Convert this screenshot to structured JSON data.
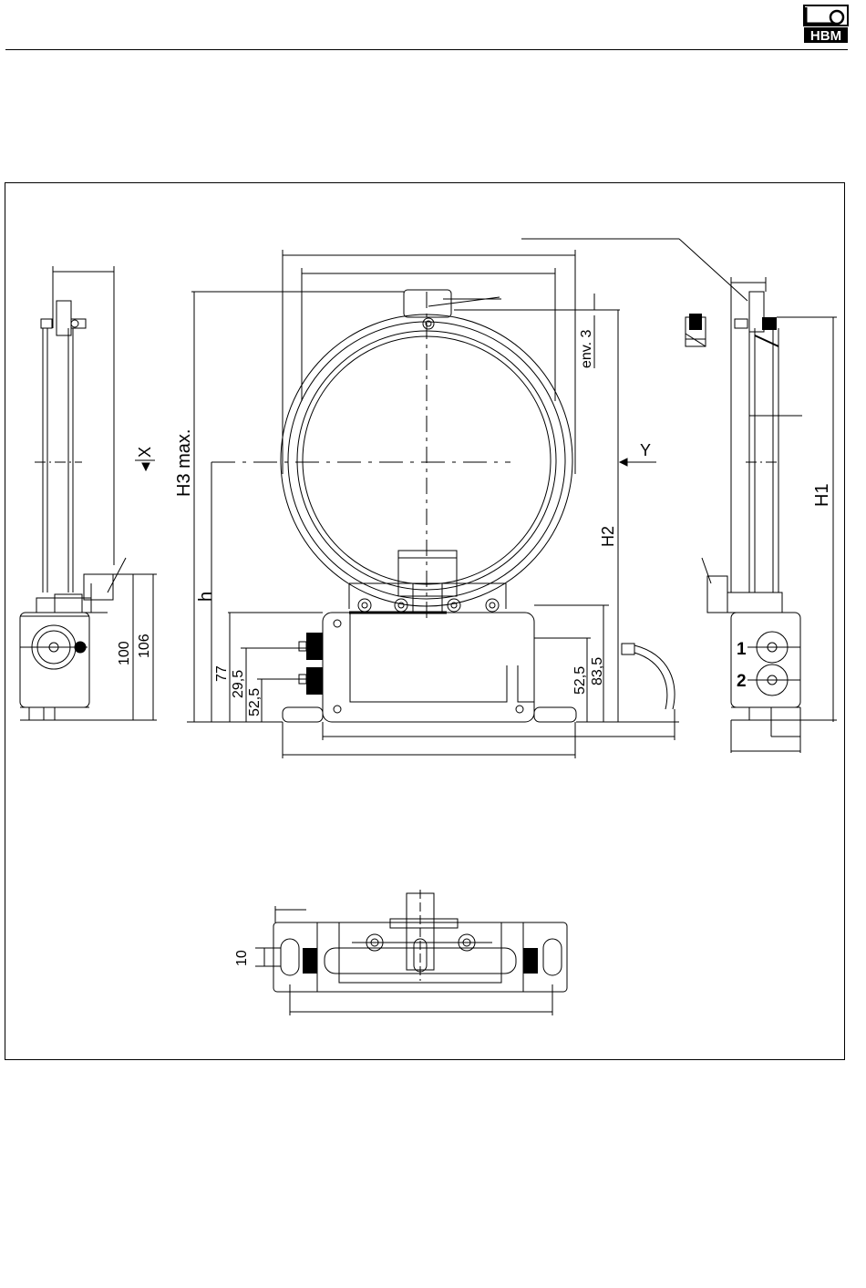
{
  "brand": {
    "name": "HBM"
  },
  "dimensions": {
    "d100": "100",
    "d106": "106",
    "d77": "77",
    "d29_5": "29,5",
    "d52_5": "52,5",
    "d52_5b": "52,5",
    "d83_5": "83,5",
    "env3": "env. 3",
    "d10": "10"
  },
  "labels": {
    "h3max": "H3 max.",
    "h": "h",
    "h2": "H2",
    "h1": "H1",
    "x": "X",
    "y": "Y",
    "conn1": "1",
    "conn2": "2"
  }
}
